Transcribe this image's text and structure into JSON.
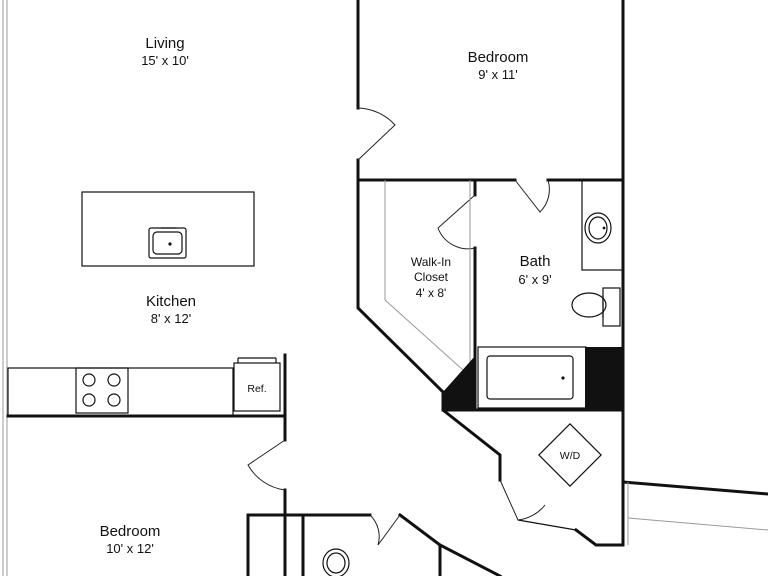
{
  "rooms": {
    "living": {
      "name": "Living",
      "dims": "15' x 10'"
    },
    "bedroom_top": {
      "name": "Bedroom",
      "dims": "9' x 11'"
    },
    "kitchen": {
      "name": "Kitchen",
      "dims": "8' x 12'"
    },
    "closet": {
      "name_line1": "Walk-In",
      "name_line2": "Closet",
      "dims": "4' x 8'"
    },
    "bath": {
      "name": "Bath",
      "dims": "6' x 9'"
    },
    "bedroom_bottom": {
      "name": "Bedroom",
      "dims": "10' x 12'"
    }
  },
  "fixtures": {
    "refrigerator": "Ref.",
    "washer_dryer": "W/D"
  }
}
